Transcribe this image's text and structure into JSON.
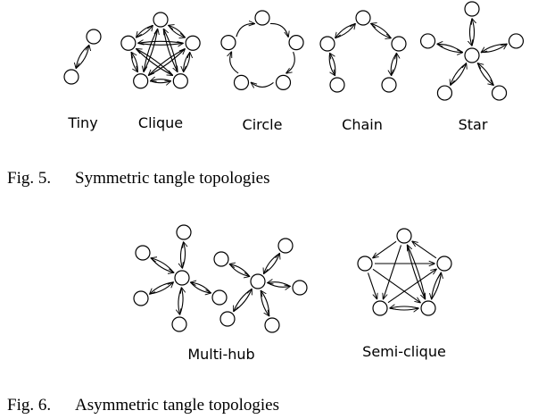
{
  "figure5": {
    "caption_number": "Fig. 5.",
    "caption_text": "Symmetric tangle topologies",
    "topologies": [
      "Tiny",
      "Clique",
      "Circle",
      "Chain",
      "Star"
    ]
  },
  "figure6": {
    "caption_number": "Fig. 6.",
    "caption_text": "Asymmetric tangle topologies",
    "topologies": [
      "Multi-hub",
      "Semi-clique"
    ]
  },
  "colors": {
    "line": "#000000",
    "node_fill": "#ffffff"
  }
}
